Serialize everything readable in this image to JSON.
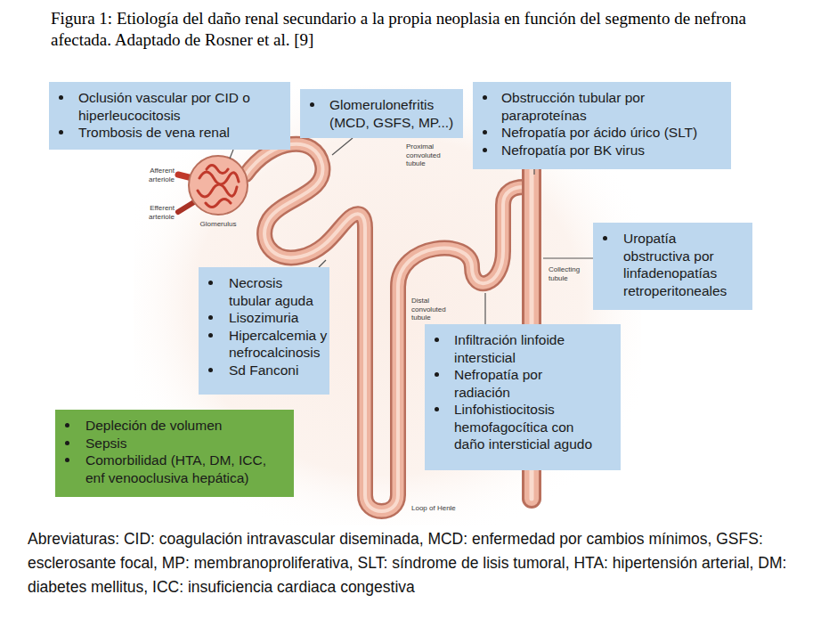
{
  "diagram": {
    "title": "Figura 1: Etiología del daño renal secundario a la propia neoplasia en función del segmento de nefrona afectada. Adaptado de Rosner et al. [9]",
    "caption": "Abreviaturas: CID: coagulación intravascular diseminada, MCD: enfermedad por cambios mínimos, GSFS: esclerosante focal, MP: membranoproliferativa, SLT: síndrome de lisis tumoral, HTA: hipertensión arterial, DM: diabetes mellitus, ICC: insuficiencia cardiaca congestiva",
    "nodes": [
      {
        "text": [
          "Oclusión vascular por CID o hiperleucocitosis",
          "Trombosis de vena renal"
        ]
      },
      {
        "text": [
          "Glomerulonefritis (MCD, GSFS, MP...)"
        ]
      },
      {
        "text": [
          "Obstrucción tubular por paraproteínas",
          "Nefropatía por ácido úrico (SLT)",
          "Nefropatía por BK virus"
        ]
      },
      {
        "text": [
          "Uropatía obstructiva por linfadenopatías retroperitoneales"
        ]
      },
      {
        "text": [
          "Necrosis tubular aguda",
          "Lisozimuria",
          "Hipercalcemia y nefrocalcinosis",
          "Sd Fanconi"
        ]
      },
      {
        "text": [
          "Infiltración linfoide intersticial",
          "Nefropatía por radiación",
          "Linfohistiocitosis hemofagocítica con daño intersticial agudo"
        ]
      },
      {
        "text": [
          "Depleción de volumen",
          "Sepsis",
          "Comorbilidad (HTA, DM, ICC, enf venooclusiva hepática)"
        ]
      }
    ],
    "labels": [
      "Afferent arteriole",
      "Efferent arteriole",
      "Glomerulus",
      "Proximal convoluted tubule",
      "Collecting tubule",
      "Distal convoluted tubule",
      "Loop of Henle"
    ]
  }
}
